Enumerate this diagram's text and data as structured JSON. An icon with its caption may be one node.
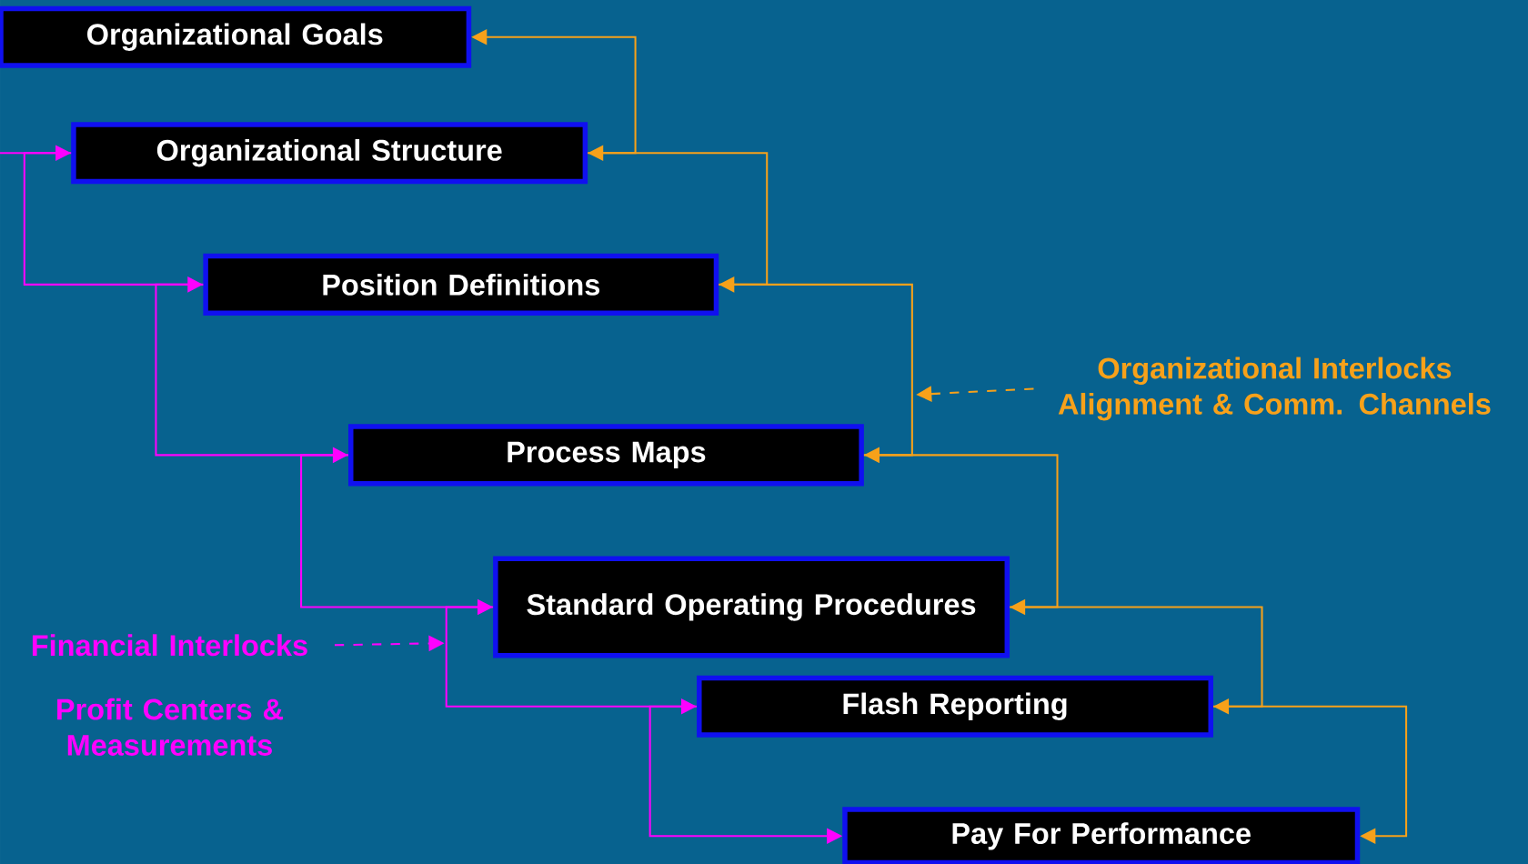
{
  "diagram": {
    "nodes": [
      {
        "text": [
          "Organizational Goals"
        ]
      },
      {
        "text": [
          "Organizational Structure"
        ]
      },
      {
        "text": [
          "Position Definitions"
        ]
      },
      {
        "text": [
          "Process Maps"
        ]
      },
      {
        "text": [
          "Standard Operating Procedures"
        ]
      },
      {
        "text": [
          "Flash Reporting"
        ]
      },
      {
        "text": [
          "Pay For Performance"
        ]
      },
      {
        "text": [
          "Organizational Interlocks Alignment & Comm. Channels"
        ]
      },
      {
        "text": [
          "Financial Interlocks"
        ]
      }
    ],
    "edges": [
      {
        "from": 1,
        "to": 0,
        "arrow": "to",
        "color": "#f7a11a"
      },
      {
        "from": 2,
        "to": 1,
        "arrow": "to",
        "color": "#f7a11a"
      },
      {
        "from": 3,
        "to": 2,
        "arrow": "to",
        "color": "#f7a11a"
      },
      {
        "from": 4,
        "to": 3,
        "arrow": "to",
        "color": "#f7a11a"
      },
      {
        "from": 5,
        "to": 4,
        "arrow": "to",
        "color": "#f7a11a"
      },
      {
        "from": 6,
        "to": 5,
        "arrow": "both",
        "color": "#f7a11a"
      },
      {
        "from": null,
        "to": 1,
        "arrow": "to",
        "color": "#ff00ff"
      },
      {
        "from": 1,
        "to": 2,
        "arrow": "to",
        "color": "#ff00ff"
      },
      {
        "from": 2,
        "to": 3,
        "arrow": "to",
        "color": "#ff00ff"
      },
      {
        "from": 3,
        "to": 4,
        "arrow": "to",
        "color": "#ff00ff"
      },
      {
        "from": 4,
        "to": 5,
        "arrow": "to",
        "color": "#ff00ff"
      },
      {
        "from": 5,
        "to": 6,
        "arrow": "to",
        "color": "#ff00ff"
      },
      {
        "from": 7,
        "to": null,
        "arrow": "to",
        "style": "dashed",
        "color": "#f7a11a"
      },
      {
        "from": 8,
        "to": null,
        "arrow": "to",
        "style": "dashed",
        "color": "#ff00ff"
      }
    ],
    "labels": [
      "Profit Centers & Measurements"
    ]
  }
}
